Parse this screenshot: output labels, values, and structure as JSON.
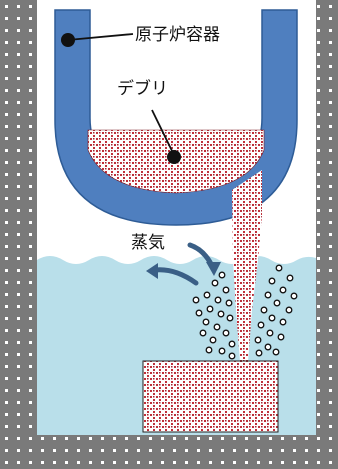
{
  "labels": {
    "vessel": "原子炉容器",
    "debris": "デブリ",
    "steam": "蒸気"
  },
  "colors": {
    "containment_wall": "#7a7a7a",
    "wall_dots": "#ffffff",
    "vessel": "#4f7fbf",
    "vessel_edge": "#2e5c96",
    "debris_base": "#ffffff",
    "debris_dots": "#c0303a",
    "water": "#b9dfea",
    "steam_arrow": "#3a5f86",
    "bubble": "#ffffff",
    "bubble_stroke": "#111111"
  }
}
